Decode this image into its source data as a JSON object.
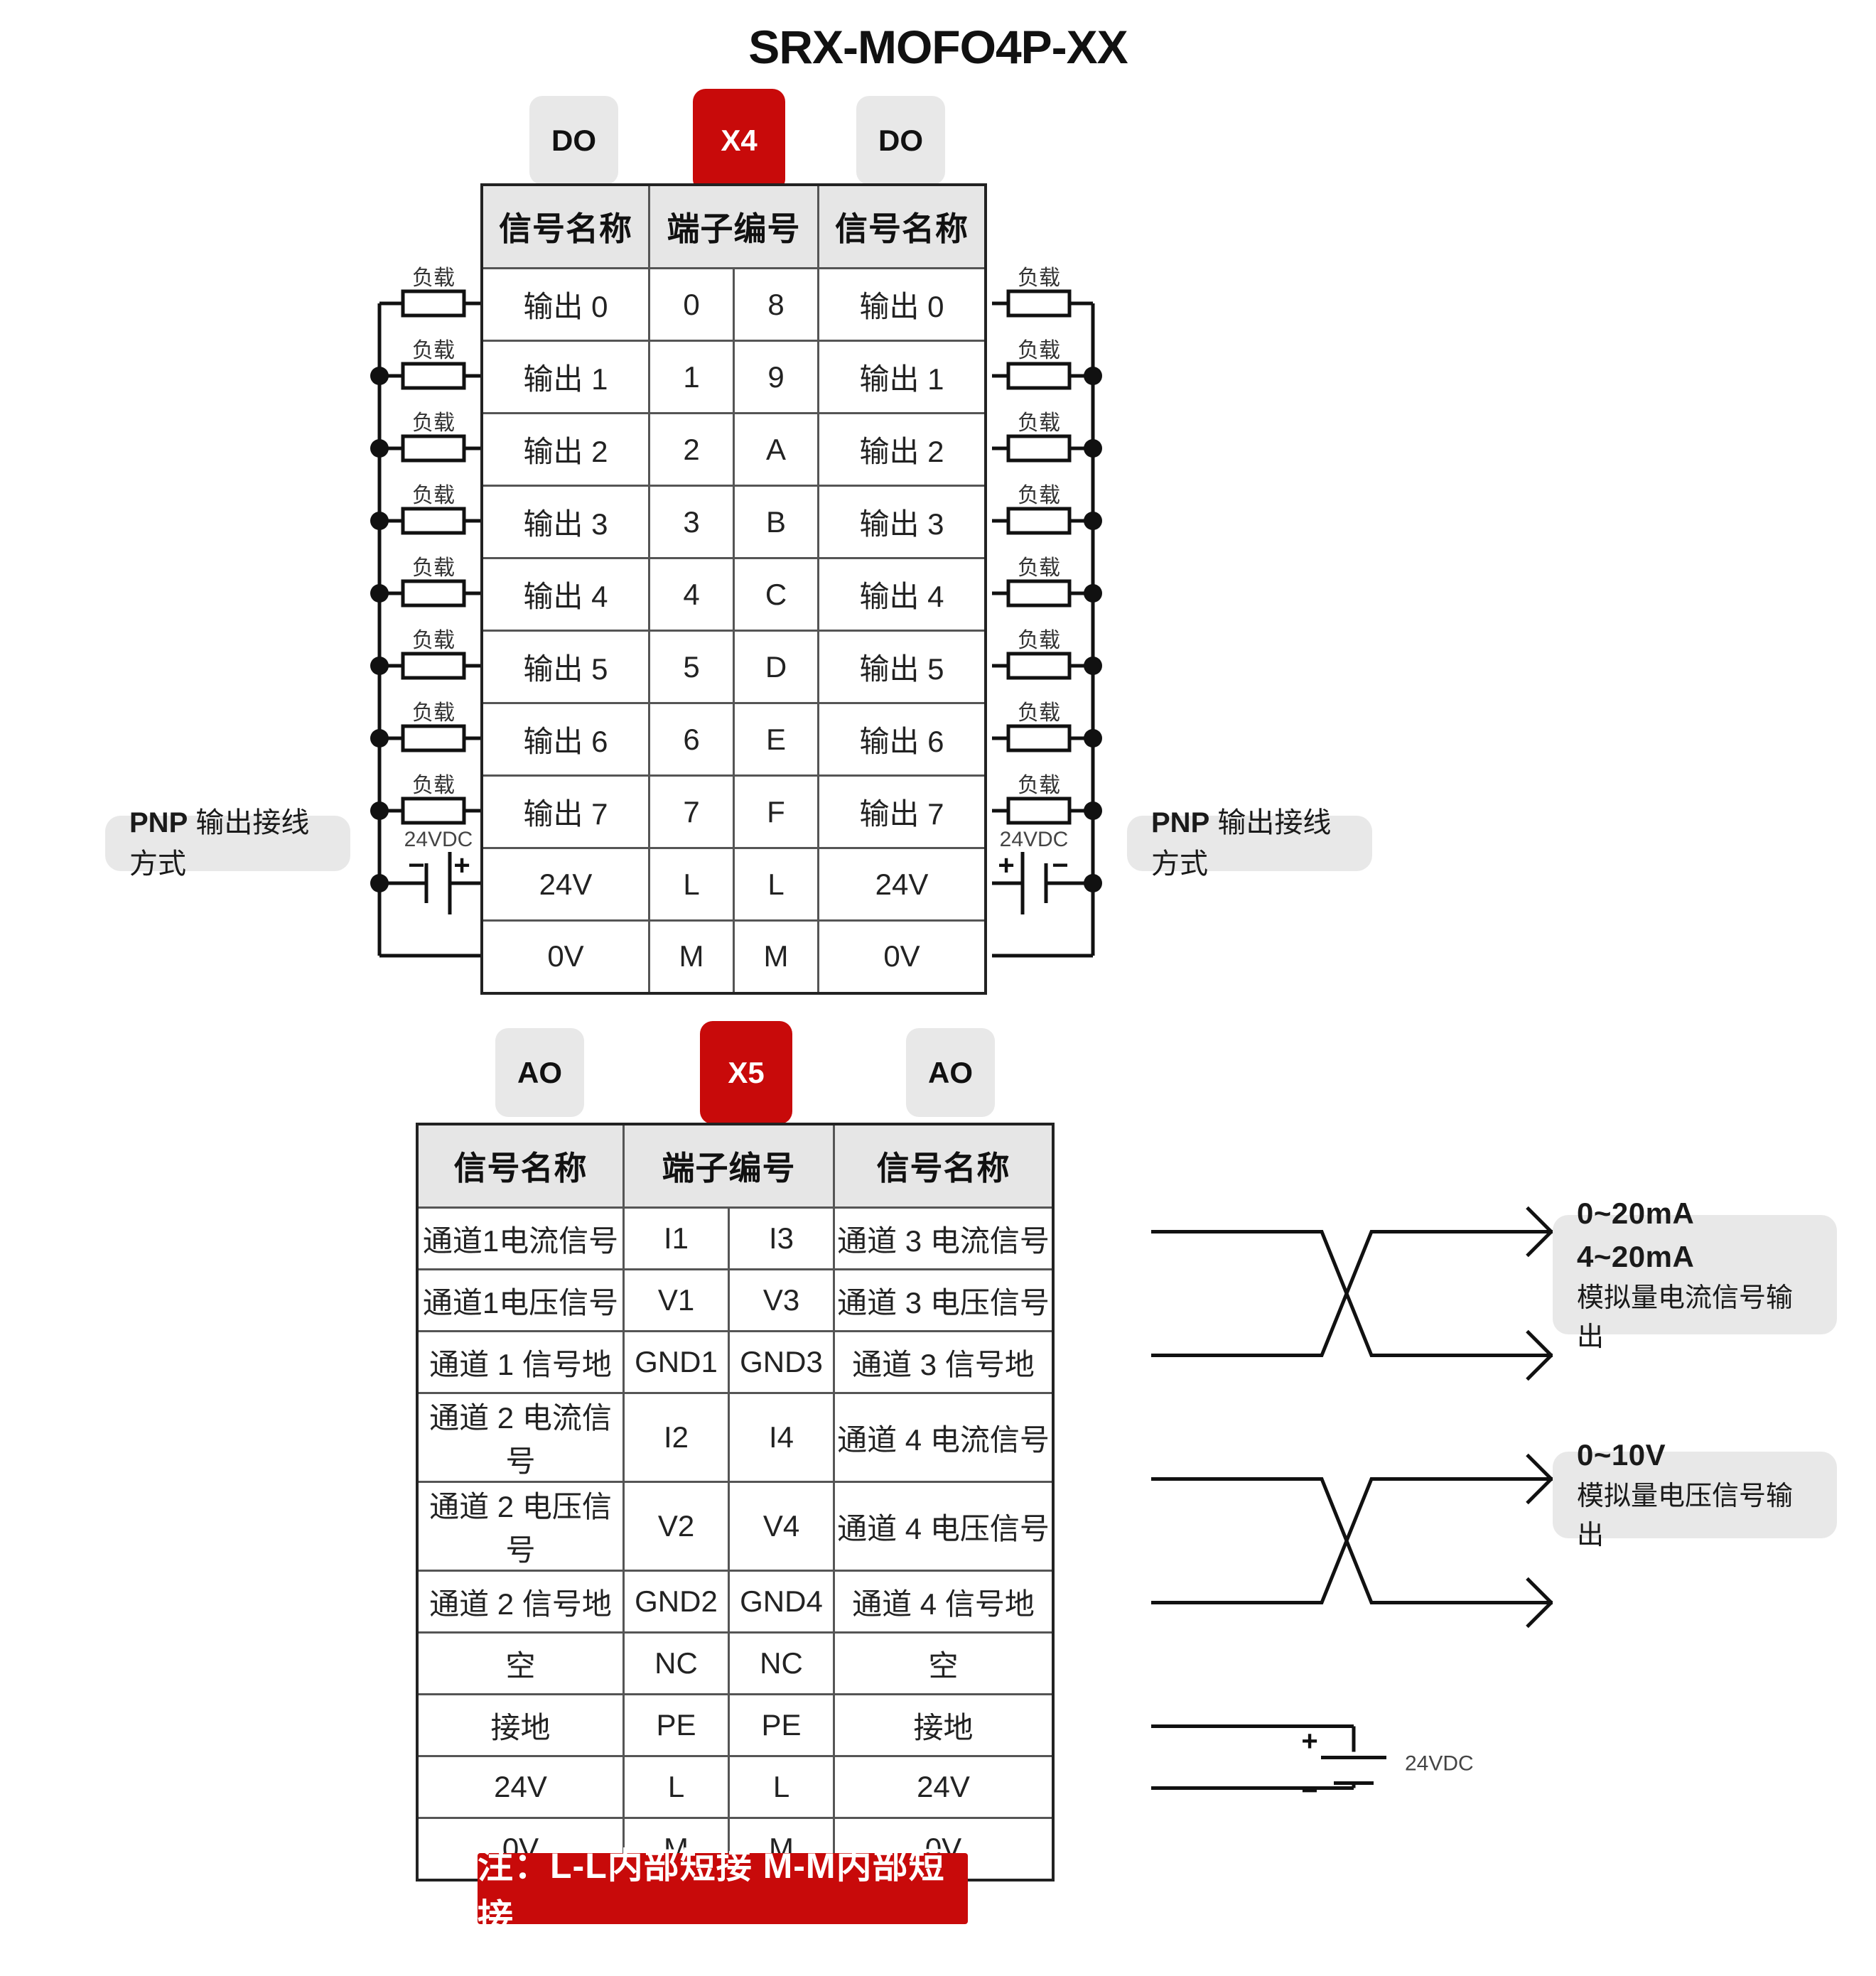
{
  "title": "SRX-MOFO4P-XX",
  "badges_top": {
    "left": "DO",
    "center": "X4",
    "right": "DO"
  },
  "badges_bottom": {
    "left": "AO",
    "center": "X5",
    "right": "AO"
  },
  "colors": {
    "accent_red": "#c80a0a",
    "header_grey": "#e6e6e6",
    "pill_grey": "#e8e8e8"
  },
  "table_do": {
    "headers": [
      "信号名称",
      "端子编号",
      "信号名称"
    ],
    "rows": [
      {
        "left_signal": "输出 0",
        "left_term": "0",
        "right_term": "8",
        "right_signal": "输出 0"
      },
      {
        "left_signal": "输出 1",
        "left_term": "1",
        "right_term": "9",
        "right_signal": "输出 1"
      },
      {
        "left_signal": "输出 2",
        "left_term": "2",
        "right_term": "A",
        "right_signal": "输出 2"
      },
      {
        "left_signal": "输出 3",
        "left_term": "3",
        "right_term": "B",
        "right_signal": "输出 3"
      },
      {
        "left_signal": "输出 4",
        "left_term": "4",
        "right_term": "C",
        "right_signal": "输出 4"
      },
      {
        "left_signal": "输出 5",
        "left_term": "5",
        "right_term": "D",
        "right_signal": "输出 5"
      },
      {
        "left_signal": "输出 6",
        "left_term": "6",
        "right_term": "E",
        "right_signal": "输出 6"
      },
      {
        "left_signal": "输出 7",
        "left_term": "7",
        "right_term": "F",
        "right_signal": "输出 7"
      },
      {
        "left_signal": "24V",
        "left_term": "L",
        "right_term": "L",
        "right_signal": "24V"
      },
      {
        "left_signal": "0V",
        "left_term": "M",
        "right_term": "M",
        "right_signal": "0V"
      }
    ]
  },
  "table_ao": {
    "headers": [
      "信号名称",
      "端子编号",
      "信号名称"
    ],
    "rows": [
      {
        "left_signal": "通道1电流信号",
        "left_term": "I1",
        "right_term": "I3",
        "right_signal": "通道 3 电流信号"
      },
      {
        "left_signal": "通道1电压信号",
        "left_term": "V1",
        "right_term": "V3",
        "right_signal": "通道 3 电压信号"
      },
      {
        "left_signal": "通道 1 信号地",
        "left_term": "GND1",
        "right_term": "GND3",
        "right_signal": "通道 3 信号地"
      },
      {
        "left_signal": "通道 2 电流信号",
        "left_term": "I2",
        "right_term": "I4",
        "right_signal": "通道 4 电流信号"
      },
      {
        "left_signal": "通道 2 电压信号",
        "left_term": "V2",
        "right_term": "V4",
        "right_signal": "通道 4 电压信号"
      },
      {
        "left_signal": "通道 2 信号地",
        "left_term": "GND2",
        "right_term": "GND4",
        "right_signal": "通道 4 信号地"
      },
      {
        "left_signal": "空",
        "left_term": "NC",
        "right_term": "NC",
        "right_signal": "空"
      },
      {
        "left_signal": "接地",
        "left_term": "PE",
        "right_term": "PE",
        "right_signal": "接地"
      },
      {
        "left_signal": "24V",
        "left_term": "L",
        "right_term": "L",
        "right_signal": "24V"
      },
      {
        "left_signal": "0V",
        "left_term": "M",
        "right_term": "M",
        "right_signal": "0V"
      }
    ]
  },
  "wiring": {
    "load_label": "负载",
    "supply_label": "24VDC",
    "plus": "+",
    "minus": "−",
    "pnp_left_bold": "PNP",
    "pnp_left_rest": " 输出接线方式",
    "pnp_right_bold": "PNP",
    "pnp_right_rest": " 输出接线方式"
  },
  "annotations": {
    "current": {
      "line1": "0~20mA",
      "line2": "4~20mA",
      "line3": "模拟量电流信号输出"
    },
    "voltage": {
      "line1": "0~10V",
      "line2": "模拟量电压信号输出"
    }
  },
  "note": "注：L-L内部短接  M-M内部短接"
}
